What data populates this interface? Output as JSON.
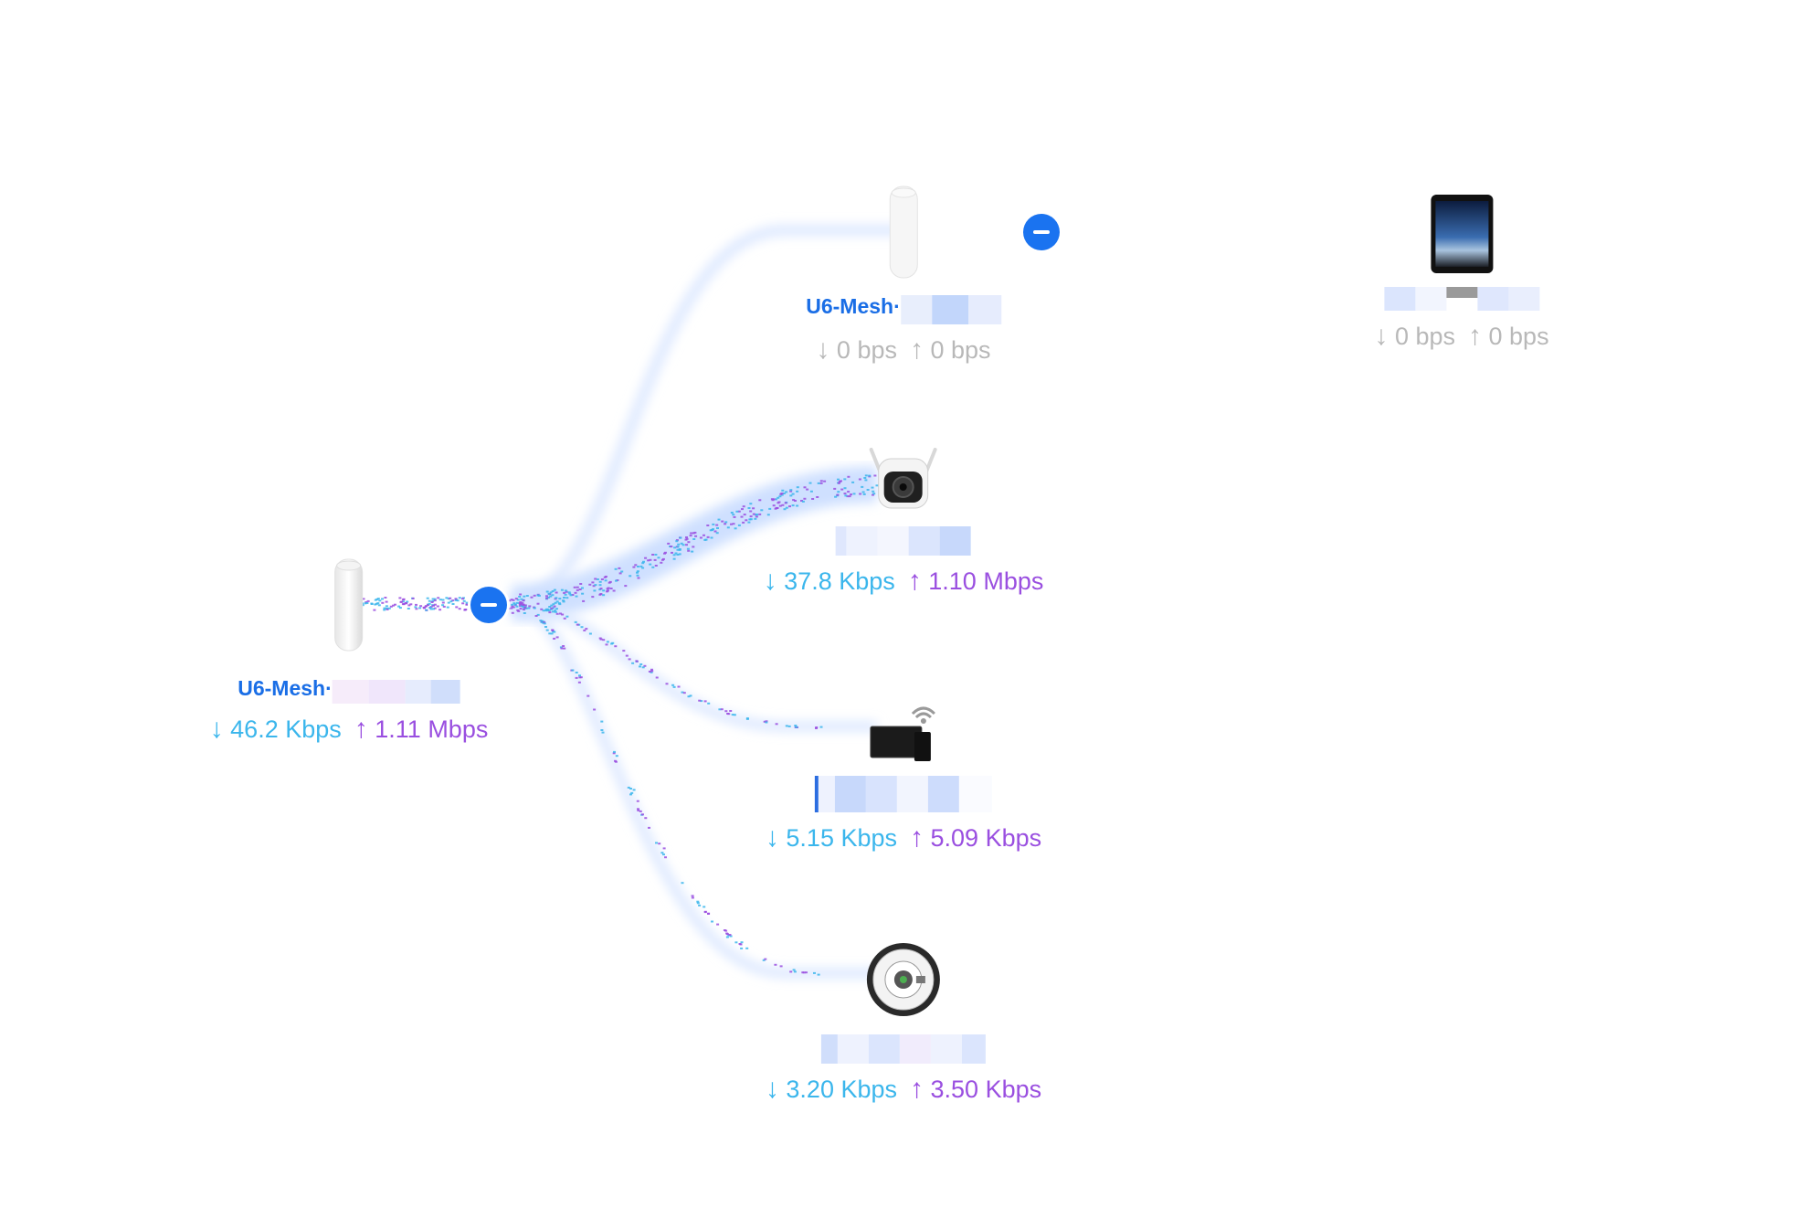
{
  "colors": {
    "download": "#3bb6ec",
    "upload": "#9a4fe0",
    "idle_text": "#b8b8b8",
    "device_name": "#1a6ee6",
    "collapse_button": "#1a73f0",
    "link": "#cfe0ff"
  },
  "devices": [
    {
      "id": "mesh1",
      "name": "U6-Mesh·",
      "down": "46.2 Kbps",
      "up": "1.11 Mbps",
      "icon": "access-point-icon",
      "active": true
    },
    {
      "id": "mesh2",
      "name": "U6-Mesh·",
      "down": "0 bps",
      "up": "0 bps",
      "icon": "access-point-icon",
      "active": false
    },
    {
      "id": "tablet",
      "name": "",
      "down": "0 bps",
      "up": "0 bps",
      "icon": "tablet-icon",
      "active": false
    },
    {
      "id": "camera",
      "name": "",
      "down": "37.8 Kbps",
      "up": "1.10 Mbps",
      "icon": "camera-icon",
      "active": true
    },
    {
      "id": "display",
      "name": "",
      "down": "5.15 Kbps",
      "up": "5.09 Kbps",
      "icon": "wifi-display-icon",
      "active": true
    },
    {
      "id": "robot",
      "name": "",
      "down": "3.20 Kbps",
      "up": "3.50 Kbps",
      "icon": "robot-vacuum-icon",
      "active": true
    }
  ],
  "arrows": {
    "down": "↓",
    "up": "↑"
  },
  "controls": [
    "collapse-button",
    "collapse-button"
  ]
}
